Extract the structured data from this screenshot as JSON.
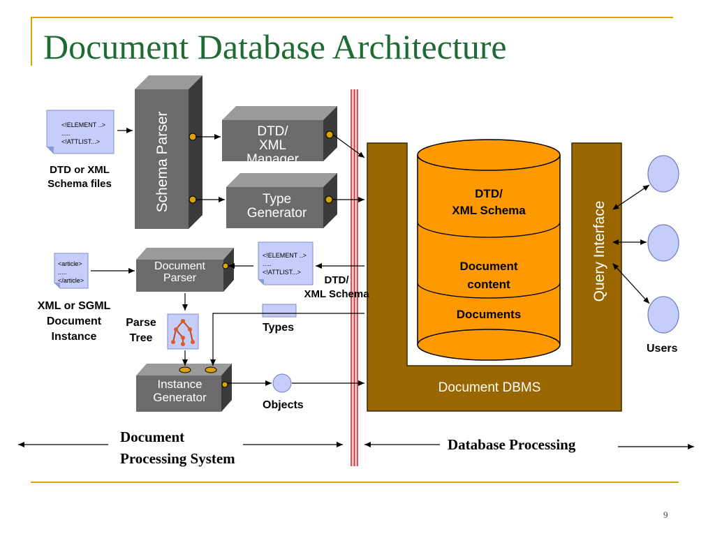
{
  "slide": {
    "title": "Document Database Architecture",
    "page_number": "9"
  },
  "left": {
    "schema_files_doc_lines": [
      "<!ELEMENT ..>",
      ".....",
      "<!ATTLIST...>"
    ],
    "schema_files_label": [
      "DTD or XML",
      "Schema files"
    ],
    "instance_doc_lines": [
      "<article>",
      ".....",
      "</article>"
    ],
    "instance_label": [
      "XML or SGML",
      "Document",
      "Instance"
    ],
    "schema_parser": "Schema Parser",
    "dtd_manager": [
      "DTD/",
      "XML",
      "Manager"
    ],
    "type_generator": [
      "Type",
      "Generator"
    ],
    "document_parser": [
      "Document",
      "Parser"
    ],
    "parse_tree_label": [
      "Parse",
      "Tree"
    ],
    "instance_generator": [
      "Instance",
      "Generator"
    ],
    "dtd_doc_lines": [
      "<!ELEMENT ..>",
      ".....",
      "<!ATTLIST...>"
    ],
    "dtd_schema_label": [
      "DTD/",
      "XML Schema"
    ],
    "types_label": "Types",
    "objects_label": "Objects"
  },
  "right": {
    "cylinder_top": [
      "DTD/",
      "XML Schema"
    ],
    "cylinder_middle": [
      "Document",
      "content"
    ],
    "cylinder_bottom": "Documents",
    "query_interface": "Query Interface",
    "dbms_label": "Document DBMS",
    "users_label": "Users"
  },
  "bottom": {
    "left_label": [
      "Document",
      "Processing System"
    ],
    "right_label": "Database Processing"
  },
  "colors": {
    "title": "#1f6b35",
    "rule": "#d9a300",
    "dbms_brown": "#996600",
    "cylinder_orange": "#ff9900",
    "box_gray": "#6b6b6b",
    "doc_blue": "#c5cdfa",
    "separator_red": "#c0303a"
  }
}
